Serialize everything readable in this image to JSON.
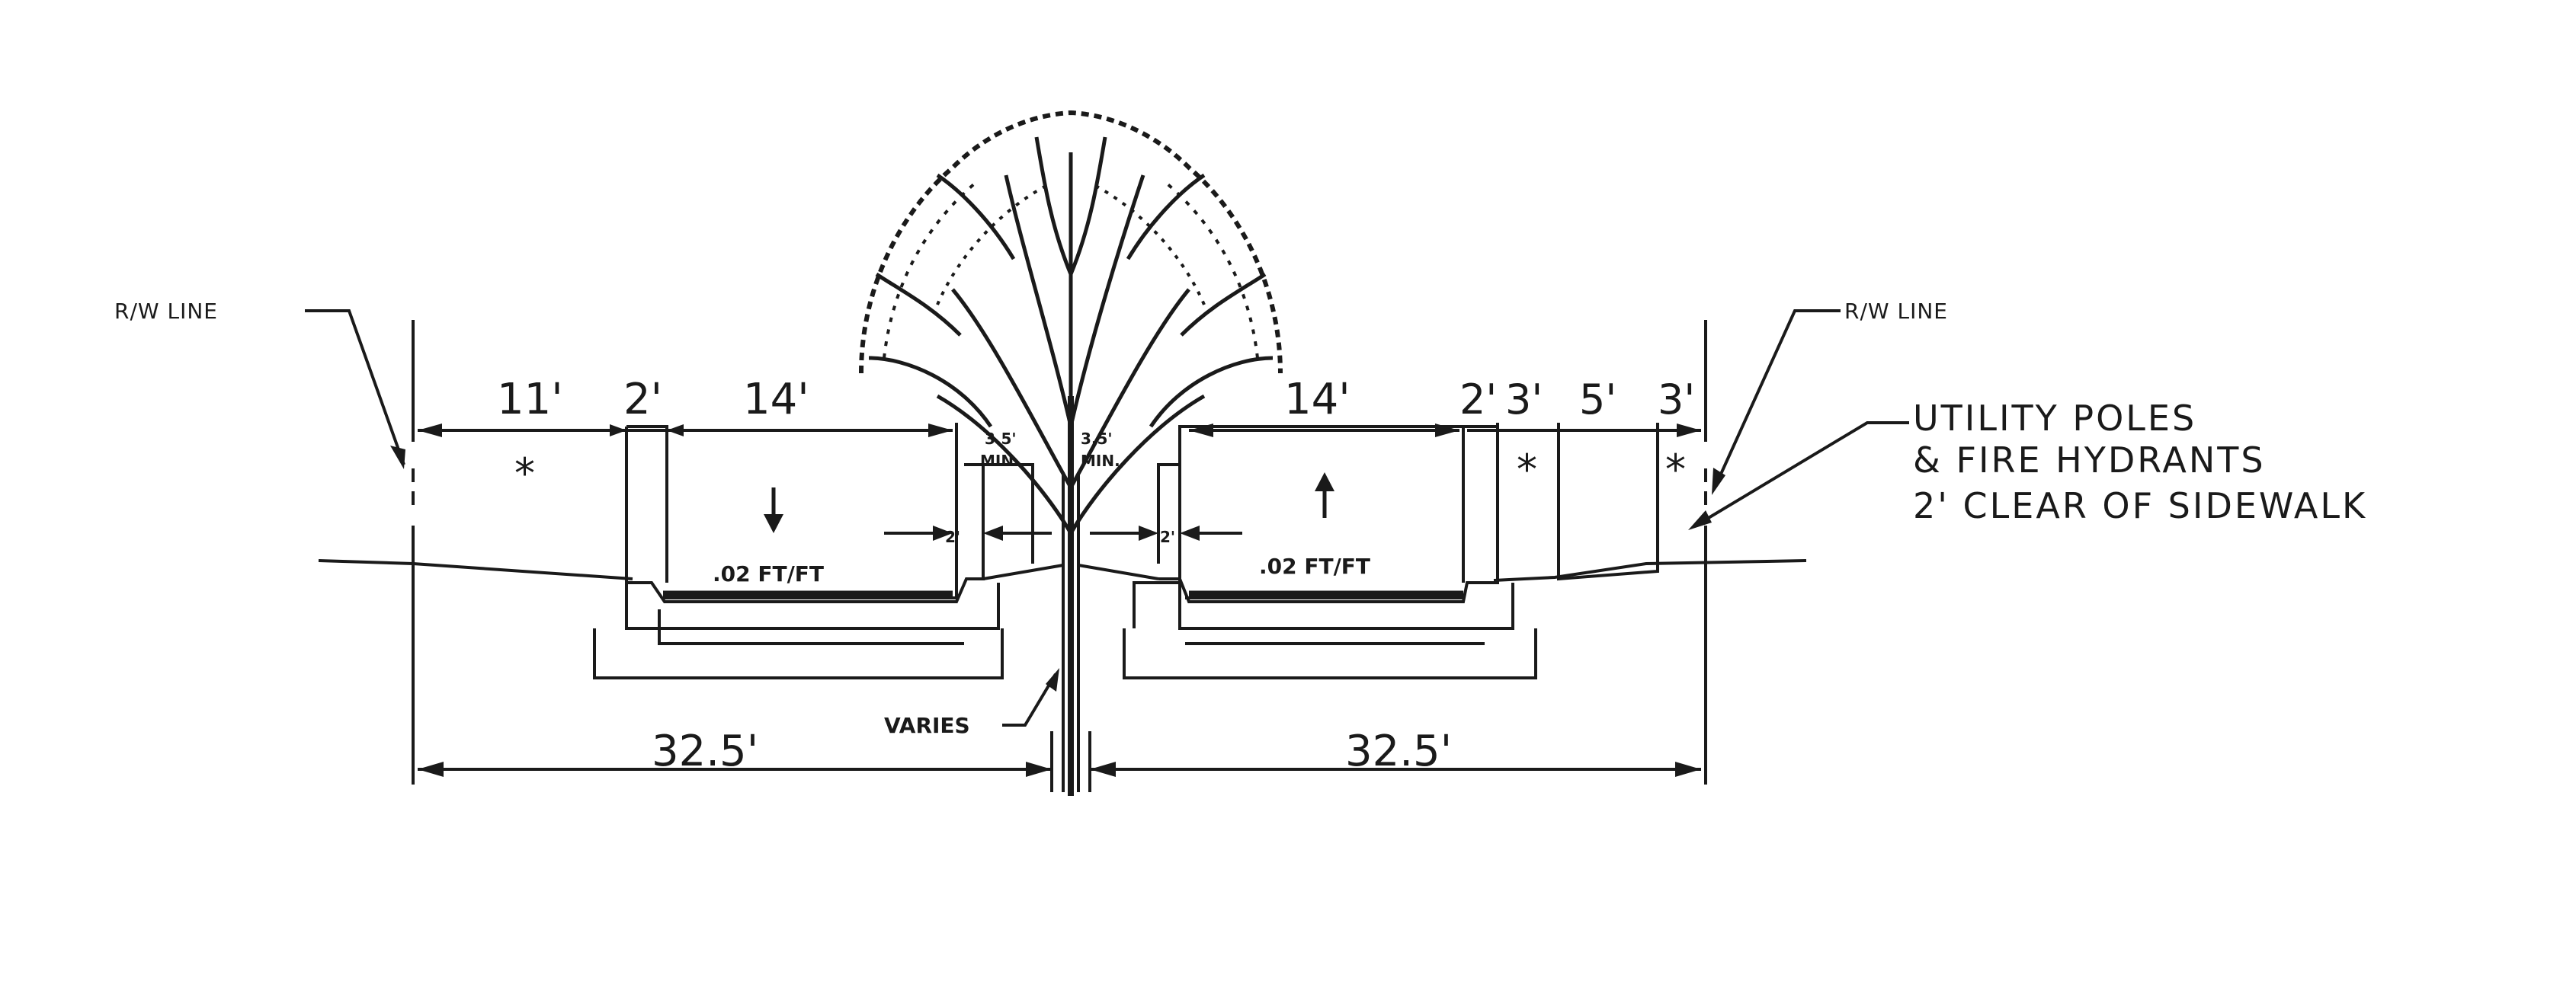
{
  "labels": {
    "rw_left": "R/W LINE",
    "rw_right": "R/W LINE",
    "dim_11": "11'",
    "dim_2_left": "2'",
    "dim_14_left": "14'",
    "dim_35_left": "3.5'",
    "min_left": "MIN.",
    "dim_35_right": "3.5'",
    "min_right": "MIN.",
    "dim_14_right": "14'",
    "dim_2_right": "2'",
    "dim_3a": "3'",
    "dim_5": "5'",
    "dim_3b": "3'",
    "star": "*",
    "slope_left": ".02 FT/FT",
    "slope_right": ".02 FT/FT",
    "median_2_left": "2'",
    "median_2_right": "2'",
    "varies": "VARIES",
    "total_left": "32.5'",
    "total_right": "32.5'"
  },
  "note_lines": [
    "UTILITY POLES",
    "& FIRE HYDRANTS",
    "2' CLEAR OF SIDEWALK"
  ],
  "colors": {
    "ink": "#1a1a1a",
    "paper": "#ffffff"
  },
  "icons": [
    "tree-icon",
    "arrow-down-icon",
    "arrow-up-icon"
  ]
}
